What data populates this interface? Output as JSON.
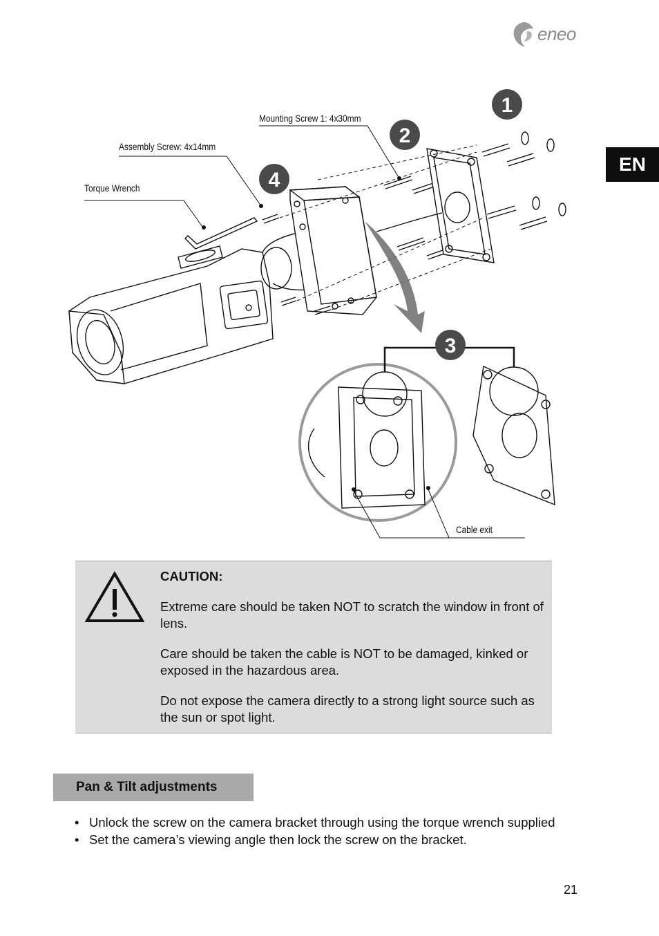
{
  "brand": {
    "name": "eneo"
  },
  "language_tab": "EN",
  "figure": {
    "labels": {
      "mounting_screw": "Mounting Screw 1: 4x30mm",
      "assembly_screw": "Assembly Screw: 4x14mm",
      "torque_wrench": "Torque Wrench",
      "cable_exit": "Cable exit"
    },
    "steps": [
      "1",
      "2",
      "3",
      "4"
    ]
  },
  "caution": {
    "title": "CAUTION:",
    "paragraphs": [
      "Extreme care should be taken NOT to scratch the window in front of lens.",
      " Care should be taken the cable is NOT to be damaged, kinked or exposed in the hazardous area.",
      "Do not expose the camera directly to a strong light source such as the sun or spot light."
    ]
  },
  "section": {
    "heading": "Pan & Tilt adjustments",
    "bullets": [
      "Unlock the screw on the camera bracket through using the torque wrench supplied",
      "Set the camera’s viewing angle then lock the screw on the bracket."
    ]
  },
  "page_number": "21",
  "colors": {
    "step_badge": "#4a4a4a",
    "caution_bg": "#dcdcdc",
    "section_bg": "#a9a9a9",
    "tab_bg": "#0d0d0d"
  }
}
